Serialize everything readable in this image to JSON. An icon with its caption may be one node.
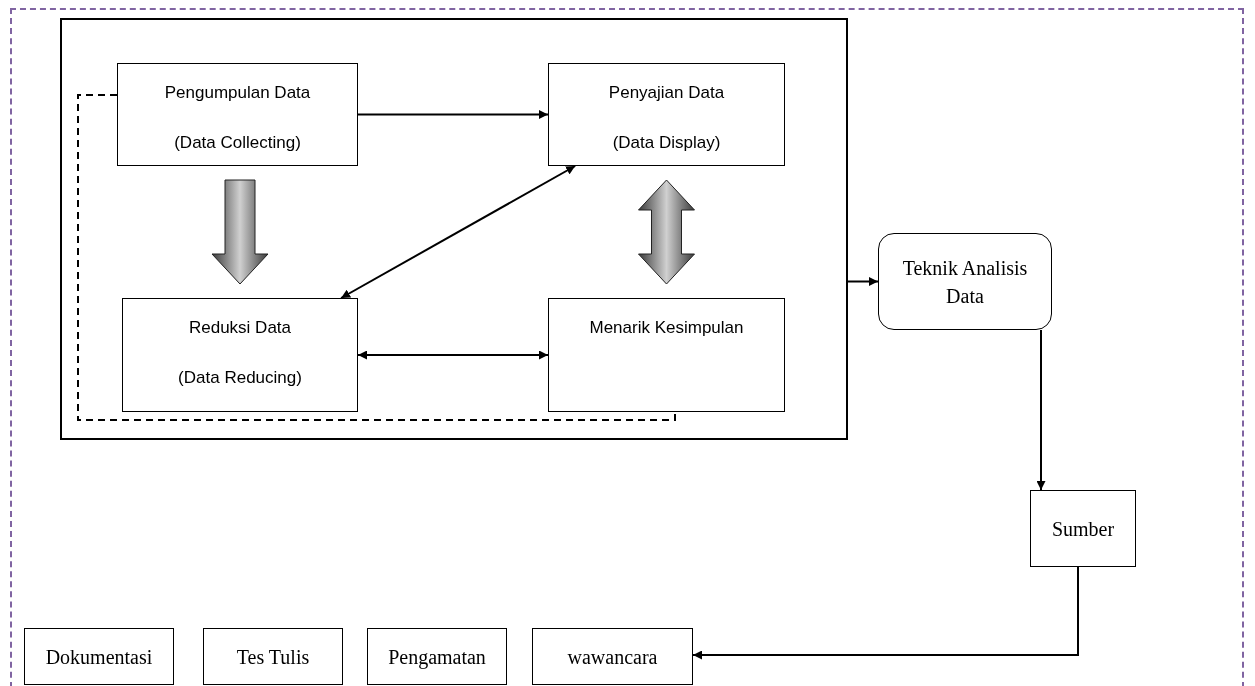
{
  "diagram": {
    "nodes": [
      {
        "text": [],
        "shape": "box"
      },
      {
        "text": [
          "Pengumpulan Data",
          "(Data Collecting)"
        ],
        "in": 0
      },
      {
        "text": [
          "Penyajian Data",
          "(Data Display)"
        ],
        "in": 0
      },
      {
        "text": [
          "Reduksi Data",
          "(Data Reducing)"
        ],
        "in": 0
      },
      {
        "text": [
          "Menarik Kesimpulan"
        ],
        "in": 0
      },
      {
        "text": [
          "Teknik Analisis Data"
        ]
      },
      {
        "text": [
          "Sumber"
        ]
      },
      {
        "text": [
          "Dokumentasi"
        ]
      },
      {
        "text": [
          "Tes Tulis"
        ]
      },
      {
        "text": [
          "Pengamatan"
        ]
      },
      {
        "text": [
          "wawancara"
        ]
      }
    ],
    "edges": [
      {
        "from": 1,
        "to": 2,
        "arrow": "to"
      },
      {
        "from": 1,
        "to": 3,
        "arrow": "to",
        "style": "thick"
      },
      {
        "from": 2,
        "to": 4,
        "arrow": "both",
        "style": "thick"
      },
      {
        "from": 2,
        "to": 3,
        "arrow": "both"
      },
      {
        "from": 3,
        "to": 4,
        "arrow": "both"
      },
      {
        "from": 1,
        "to": 4,
        "arrow": "none",
        "style": "dashed"
      },
      {
        "from": 0,
        "to": 5,
        "arrow": "to"
      },
      {
        "from": 5,
        "to": 6,
        "arrow": "to"
      },
      {
        "from": 6,
        "to": 10,
        "arrow": "to"
      }
    ]
  }
}
